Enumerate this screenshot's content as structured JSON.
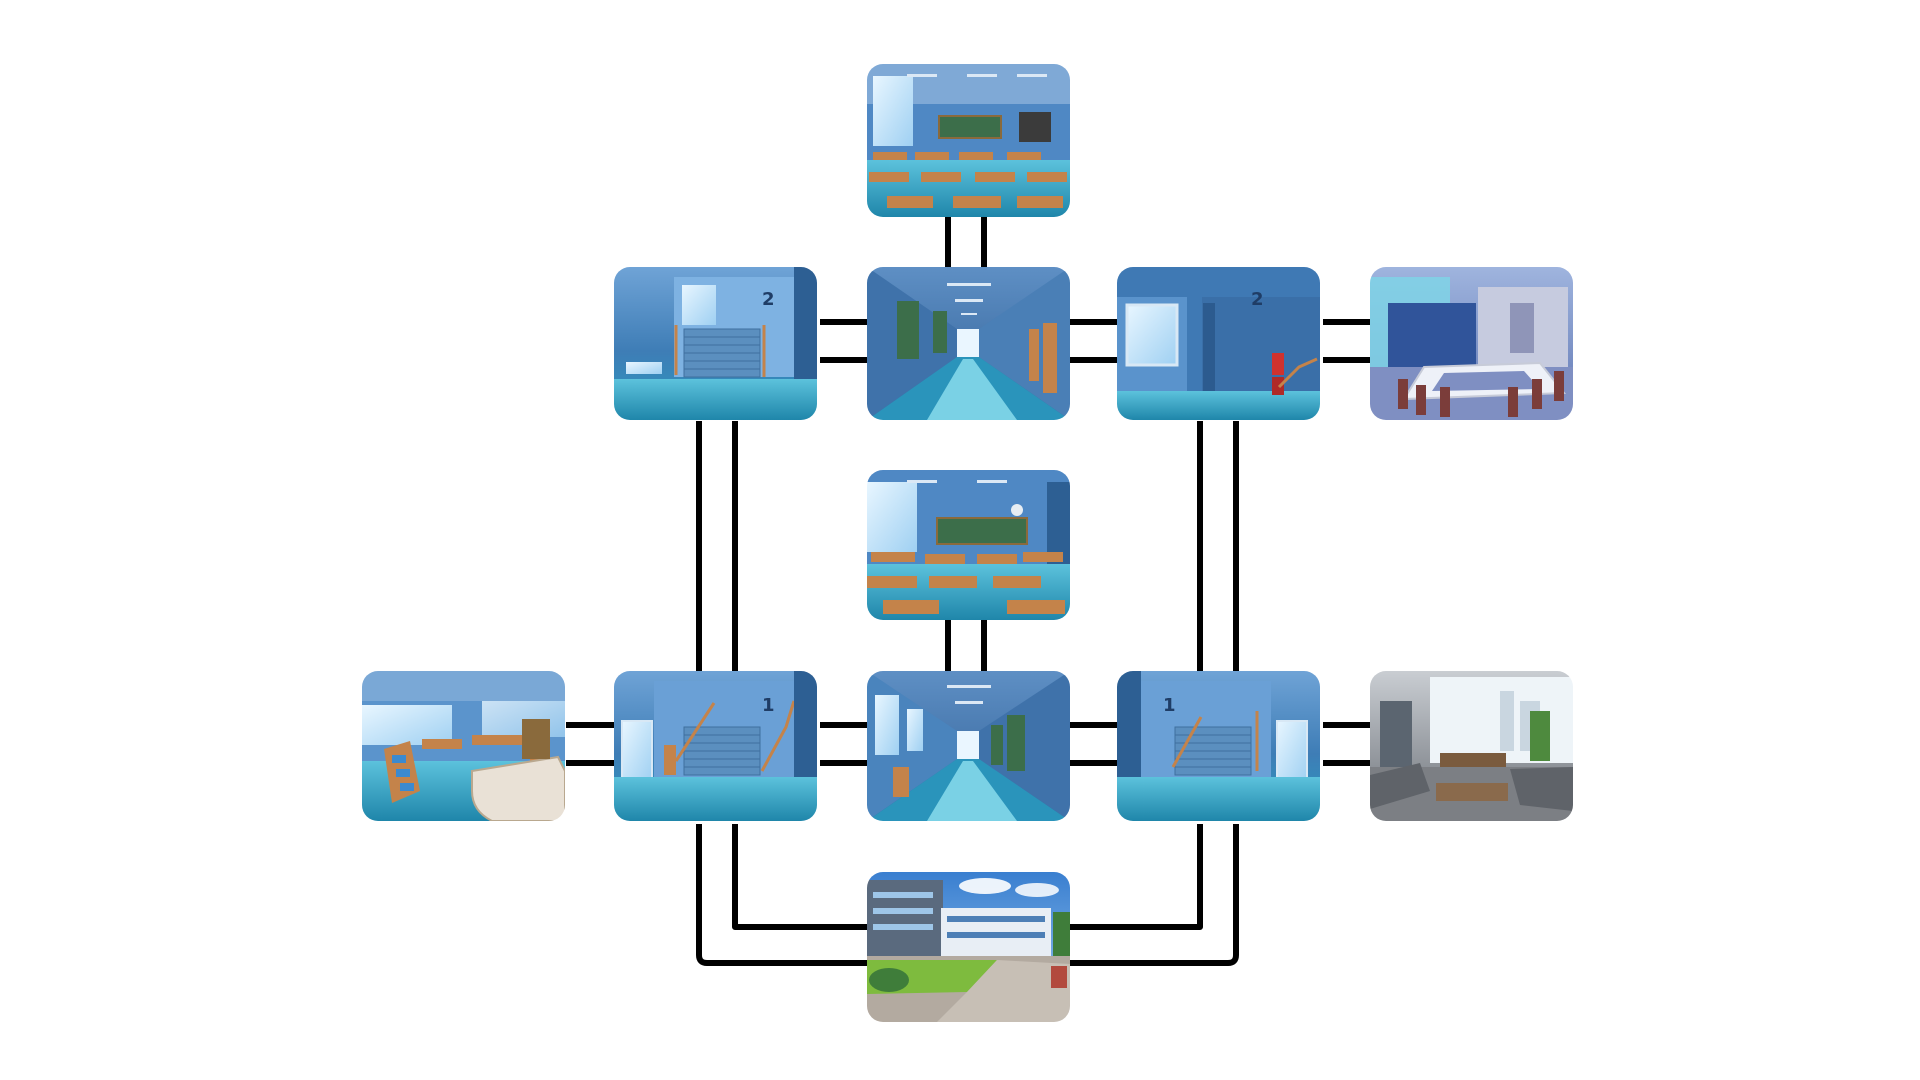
{
  "map": {
    "rooms": [
      {
        "id": "classroom-2f",
        "scene": "classroom-back-view"
      },
      {
        "id": "stairs-2f-left",
        "scene": "stairwell",
        "floor_label": "2"
      },
      {
        "id": "hallway-2f",
        "scene": "hallway"
      },
      {
        "id": "stairs-2f-right",
        "scene": "stair-landing",
        "floor_label": "2"
      },
      {
        "id": "meeting-room",
        "scene": "meeting-room"
      },
      {
        "id": "classroom-1f",
        "scene": "classroom-side-view"
      },
      {
        "id": "library",
        "scene": "library"
      },
      {
        "id": "stairs-1f-left",
        "scene": "stairwell",
        "floor_label": "1"
      },
      {
        "id": "hallway-1f",
        "scene": "hallway"
      },
      {
        "id": "stairs-1f-right",
        "scene": "stairwell",
        "floor_label": "1"
      },
      {
        "id": "lounge-office",
        "scene": "lounge"
      },
      {
        "id": "courtyard",
        "scene": "school-courtyard"
      }
    ],
    "connections": [
      [
        "classroom-2f",
        "hallway-2f"
      ],
      [
        "stairs-2f-left",
        "hallway-2f"
      ],
      [
        "hallway-2f",
        "stairs-2f-right"
      ],
      [
        "stairs-2f-right",
        "meeting-room"
      ],
      [
        "stairs-2f-left",
        "stairs-1f-left"
      ],
      [
        "stairs-2f-right",
        "stairs-1f-right"
      ],
      [
        "classroom-1f",
        "hallway-1f"
      ],
      [
        "library",
        "stairs-1f-left"
      ],
      [
        "stairs-1f-left",
        "hallway-1f"
      ],
      [
        "hallway-1f",
        "stairs-1f-right"
      ],
      [
        "stairs-1f-right",
        "lounge-office"
      ],
      [
        "stairs-1f-left",
        "courtyard"
      ],
      [
        "stairs-1f-right",
        "courtyard"
      ]
    ],
    "colors": {
      "connector": "#000000",
      "interior_light": "#a9d6f5",
      "interior_mid": "#4a8cc4",
      "interior_dark": "#245c95",
      "floor_teal": "#2fa3c6",
      "desk_wood": "#c4834a",
      "chalkboard": "#3c6e4a",
      "sky": "#4d8fd6",
      "grass": "#7ebb3e",
      "paving": "#b3aaa0",
      "lounge_gray": "#6f747b"
    }
  }
}
